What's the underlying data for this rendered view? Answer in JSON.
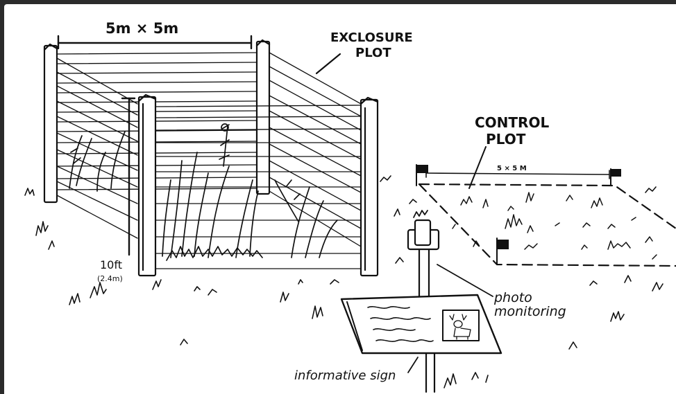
{
  "labels": {
    "exclosure_dims": "5m × 5m",
    "exclosure_line1": "EXCLOSURE",
    "exclosure_line2": "PLOT",
    "height_main": "10ft",
    "height_sub": "(2.4m)",
    "control_line1": "CONTROL",
    "control_line2": "PLOT",
    "control_dims": "5 × 5 M",
    "photo_line1": "photo",
    "photo_line2": "monitoring",
    "sign": "informative sign"
  },
  "colors": {
    "ink": "#111111",
    "background": "#ffffff",
    "frame": "#2b2b2b"
  }
}
